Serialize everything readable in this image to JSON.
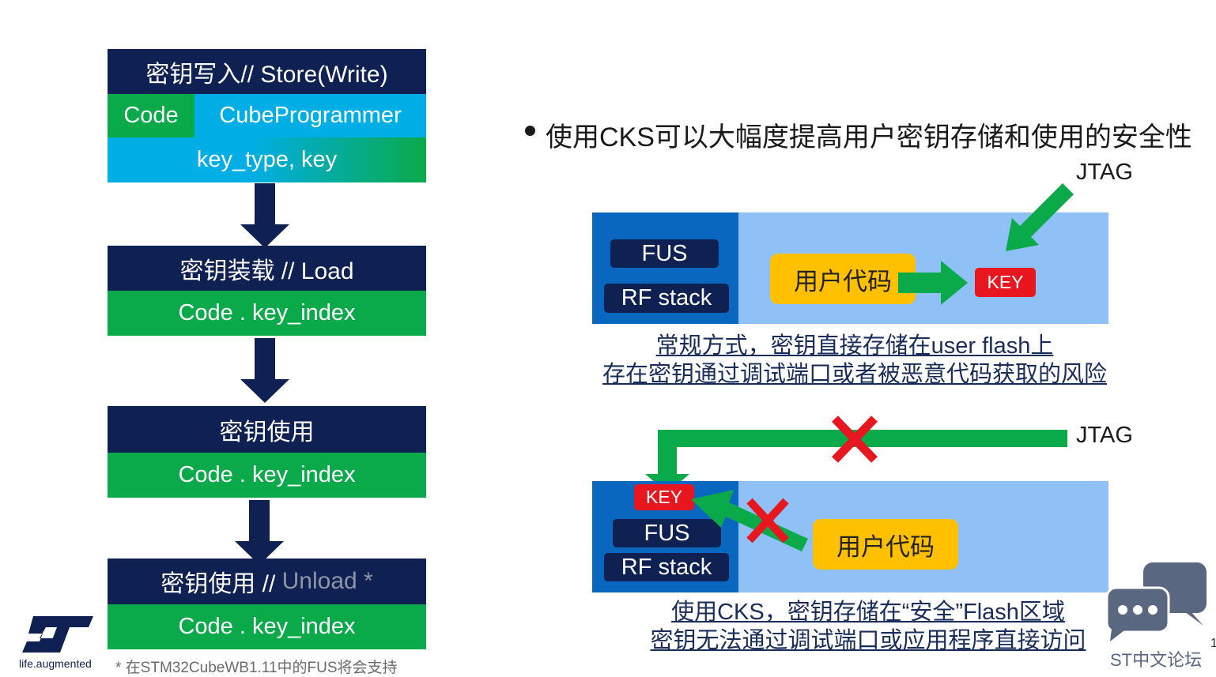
{
  "flow": {
    "step1": {
      "title": "密钥写入// Store(Write)",
      "code": "Code",
      "tool": "CubeProgrammer",
      "params": "key_type, key"
    },
    "step2": {
      "title": "密钥装载 // Load",
      "params": "Code . key_index"
    },
    "step3": {
      "title": "密钥使用",
      "params": "Code . key_index"
    },
    "step4": {
      "title_prefix": "密钥使用 // ",
      "title_unload": "Unload *",
      "params": "Code . key_index"
    },
    "footnote": "* 在STM32CubeWB1.11中的FUS将会支持"
  },
  "bullet": "使用CKS可以大幅度提高用户密钥存储和使用的安全性",
  "diagram_top": {
    "jtag": "JTAG",
    "fus": "FUS",
    "rf": "RF stack",
    "user_code": "用户代码",
    "key": "KEY",
    "caption_line1": "常规方式，密钥直接存储在user flash上",
    "caption_line2": "存在密钥通过调试端口或者被恶意代码获取的风险"
  },
  "diagram_bottom": {
    "jtag": "JTAG",
    "key": "KEY",
    "fus": "FUS",
    "rf": "RF stack",
    "user_code": "用户代码",
    "caption_line1": "使用CKS，密钥存储在“安全”Flash区域",
    "caption_line2": "密钥无法通过调试端口或应用程序直接访问"
  },
  "logo": {
    "tagline": "life.augmented",
    "brand_color": "#0f2052"
  },
  "watermark": {
    "label": "ST中文论坛",
    "page_number": "1"
  },
  "colors": {
    "navy": "#0f2052",
    "green": "#0aaa4a",
    "cyan": "#00aee6",
    "light_blue": "#8fc1f7",
    "blue": "#0a67c0",
    "red": "#e8161f",
    "yellow": "#ffc000"
  }
}
